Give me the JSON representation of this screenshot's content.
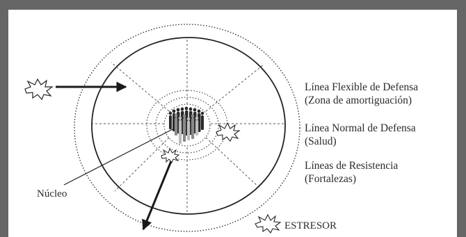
{
  "diagram": {
    "legend": {
      "flexible_defense": [
        "Línea Flexible de Defensa",
        "(Zona de amortiguación)"
      ],
      "normal_defense": [
        "Línea Normal de Defensa",
        "(Salud)"
      ],
      "resistance_lines": [
        "Líneas de Resistencia",
        "(Fortalezas)"
      ]
    },
    "core_label": "Núcleo",
    "stressor_label": "ESTRESOR"
  },
  "colors": {
    "background": "#666666",
    "paper": "#ffffff",
    "ink": "#2b2b2b"
  }
}
